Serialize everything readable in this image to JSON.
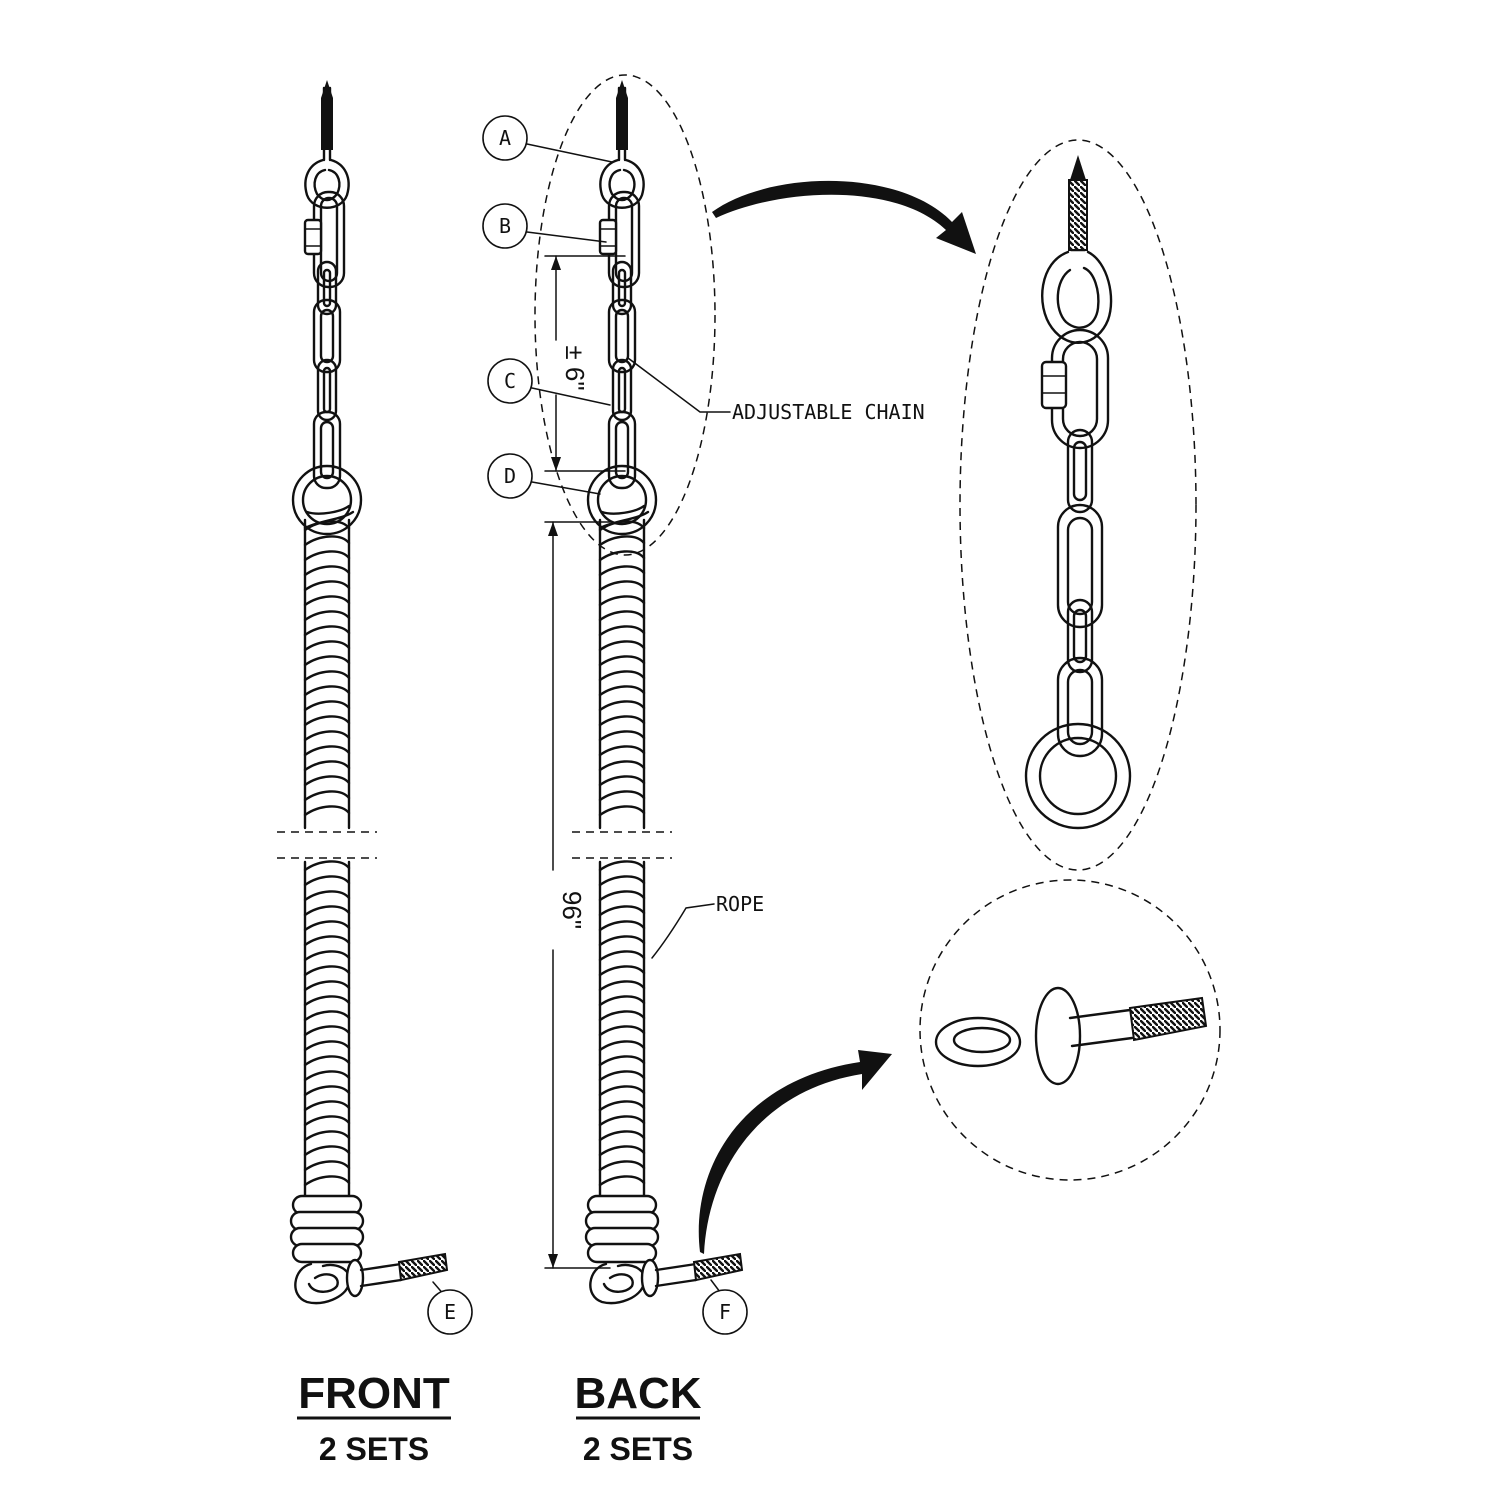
{
  "callouts": {
    "a": "A",
    "b": "B",
    "c": "C",
    "d": "D",
    "e": "E",
    "f": "F"
  },
  "labels": {
    "adjustable_chain": "ADJUSTABLE CHAIN",
    "rope": "ROPE"
  },
  "dimensions": {
    "chain_adjust": "± 6\"",
    "rope_length": "96\""
  },
  "captions": {
    "front_title": "FRONT",
    "front_sets": "2 SETS",
    "back_title": "BACK",
    "back_sets": "2 SETS"
  }
}
